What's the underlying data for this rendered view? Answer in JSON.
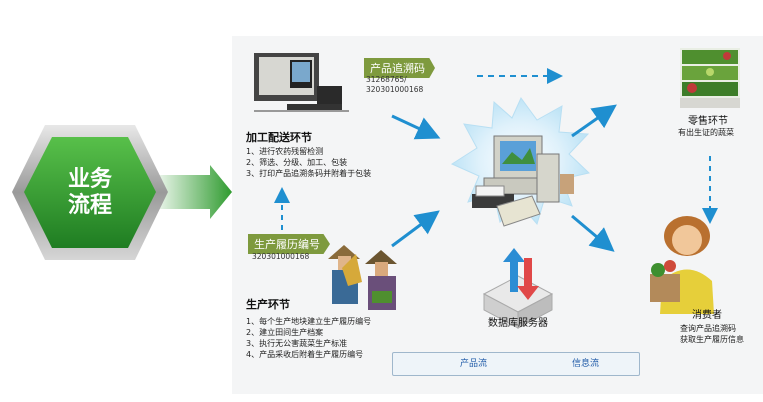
{
  "badge": {
    "line1": "业务",
    "line2": "流程"
  },
  "processing": {
    "title": "加工配送环节",
    "steps": [
      "1、进行农药残留检测",
      "2、筛选、分级、加工、包装",
      "3、打印产品追溯条码并附着于包装"
    ]
  },
  "product_trace_code": {
    "label": "产品追溯码",
    "code1": "31268765/",
    "code2": "320301000168"
  },
  "production_record": {
    "label": "生产履历编号",
    "code": "320301000168"
  },
  "production": {
    "title": "生产环节",
    "steps": [
      "1、每个生产地块建立生产履历编号",
      "2、建立田间生产档案",
      "3、执行无公害蔬菜生产标准",
      "4、产品采收后附着生产履历编号"
    ]
  },
  "server": {
    "label": "数据库服务器"
  },
  "retail": {
    "title": "零售环节",
    "subtitle": "有出生证的蔬菜"
  },
  "consumer": {
    "title": "消费者",
    "line1": "查询产品追溯码",
    "line2": "获取生产履历信息"
  },
  "legend": {
    "product_flow": "产品流",
    "info_flow": "信息流"
  },
  "colors": {
    "badge_green": "#2f9b2f",
    "flow_blue": "#1f8fd0",
    "tag_green": "#7e9a3e"
  }
}
